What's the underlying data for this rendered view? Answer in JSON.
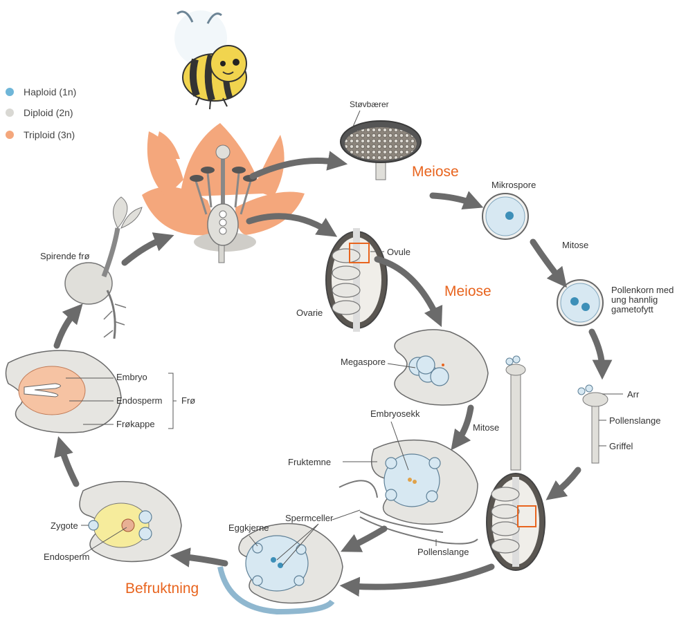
{
  "legend": {
    "items": [
      {
        "label": "Haploid (1n)",
        "color": "#6fb6d8"
      },
      {
        "label": "Diploid (2n)",
        "color": "#d9d8d3"
      },
      {
        "label": "Triploid (3n)",
        "color": "#f4a77c"
      }
    ]
  },
  "colors": {
    "haploid": "#6fb6d8",
    "diploid": "#d9d8d3",
    "triploid": "#f4a77c",
    "accent": "#e8641e",
    "arrow": "#6b6b6b",
    "bee_yellow": "#f1d44e"
  },
  "stages": {
    "meiose_1": "Meiose",
    "meiose_2": "Meiose",
    "befruktning": "Befruktning"
  },
  "labels": {
    "stovbaerer": "Støvbærer",
    "mikrospore": "Mikrospore",
    "mitose_1": "Mitose",
    "pollenkorn_1": "Pollenkorn med",
    "pollenkorn_2": "ung hannlig",
    "pollenkorn_3": "gametofytt",
    "arr": "Arr",
    "pollenslange_1": "Pollenslange",
    "griffel": "Griffel",
    "ovule": "Ovule",
    "ovarie": "Ovarie",
    "megaspore": "Megaspore",
    "embryosekk": "Embryosekk",
    "mitose_2": "Mitose",
    "fruktemne": "Fruktemne",
    "pollenslange_2": "Pollenslange",
    "eggkjerne": "Eggkjerne",
    "spermceller": "Spermceller",
    "zygote": "Zygote",
    "endosperm_1": "Endosperm",
    "embryo": "Embryo",
    "endosperm_2": "Endosperm",
    "frokappe": "Frøkappe",
    "fro": "Frø",
    "spirende_fro": "Spirende frø"
  },
  "icons": [
    "bee-icon",
    "flower-icon",
    "anther-icon",
    "seedling-icon"
  ]
}
